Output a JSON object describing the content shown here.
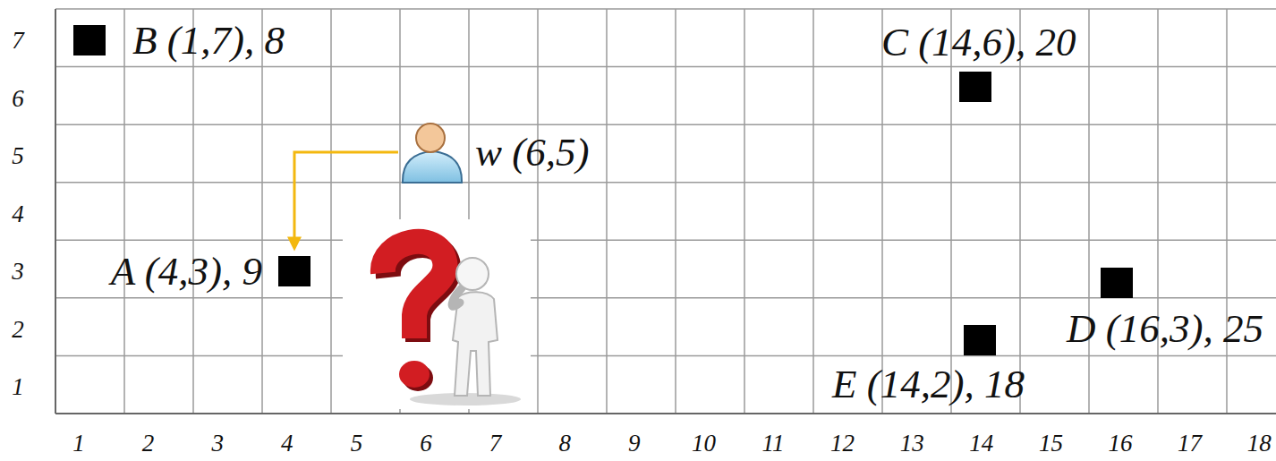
{
  "diagram": {
    "nodes": [
      {
        "text": [
          "B (1,7), 8"
        ]
      },
      {
        "text": [
          "C (14,6), 20"
        ]
      },
      {
        "text": [
          "w (6,5)"
        ]
      },
      {
        "text": [
          "A (4,3), 9"
        ]
      },
      {
        "text": [
          "D (16,3), 25"
        ]
      },
      {
        "text": [
          "E (14,2), 18"
        ]
      }
    ],
    "edges": [
      {
        "from": 2,
        "to": 3,
        "arrow": "to"
      }
    ],
    "labels": [
      "7",
      "6",
      "5",
      "4",
      "3",
      "2",
      "1",
      "1",
      "2",
      "3",
      "4",
      "5",
      "6",
      "7",
      "8",
      "9",
      "10",
      "11",
      "12",
      "13",
      "14",
      "15",
      "16",
      "17",
      "18"
    ]
  }
}
